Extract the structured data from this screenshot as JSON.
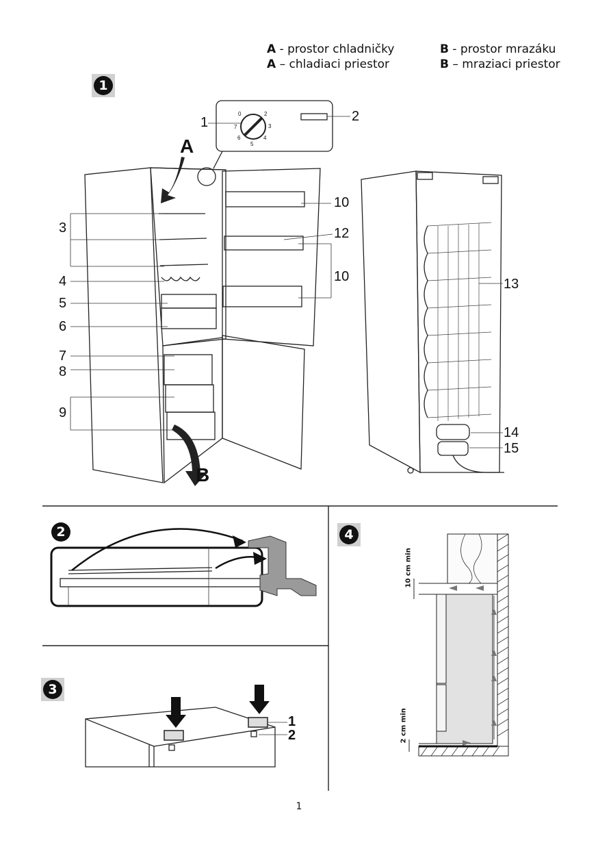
{
  "legend": {
    "a_letter": "A",
    "a_line1": " - prostor chladničky",
    "a_line2": " – chladiaci priestor",
    "b_letter": "B",
    "b_line1": " - prostor mrazáku",
    "b_line2": " – mraziaci priestor"
  },
  "figures": {
    "fig1_badge": "1",
    "fig2_badge": "2",
    "fig3_badge": "3",
    "fig4_badge": "4"
  },
  "fig1_labels": {
    "arrow_a": "A",
    "arrow_b": "B",
    "c1": "1",
    "c2": "2",
    "c3": "3",
    "c4": "4",
    "c5": "5",
    "c6": "6",
    "c7": "7",
    "c8": "8",
    "c9": "9",
    "c10a": "10",
    "c12": "12",
    "c10b": "10",
    "c13": "13",
    "c14": "14",
    "c15": "15"
  },
  "dial": {
    "n0": "0",
    "n2": "2",
    "n3": "3",
    "n4": "4",
    "n5": "5",
    "n6": "6",
    "n7": "7"
  },
  "fig3_labels": {
    "c1": "1",
    "c2": "2"
  },
  "fig4_labels": {
    "top_gap": "10 cm min",
    "bottom_gap": "2 cm min"
  },
  "page_number": "1"
}
